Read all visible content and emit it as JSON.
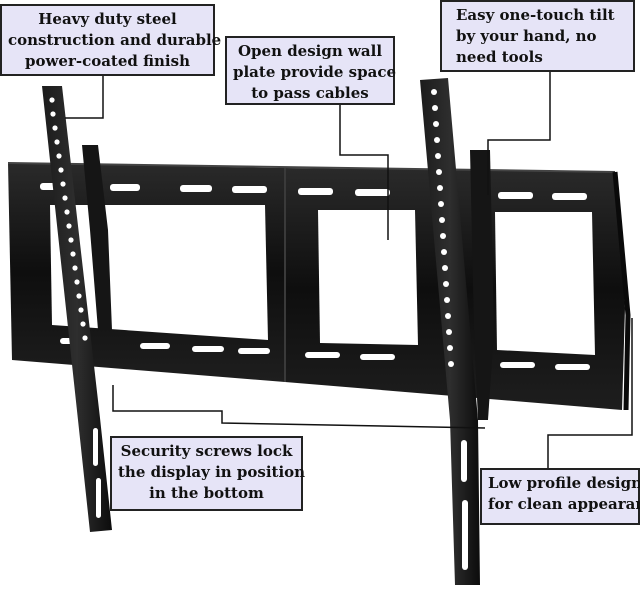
{
  "callouts": {
    "steel": {
      "lines": [
        "Heavy duty steel",
        "construction and durable",
        "power-coated finish"
      ]
    },
    "open_plate": {
      "lines": [
        "Open design wall",
        "plate provide space",
        "to pass cables"
      ]
    },
    "tilt": {
      "lines": [
        "Easy one-touch tilt",
        "by your hand, no",
        "need tools"
      ]
    },
    "screws": {
      "lines": [
        "Security screws lock",
        "the display in position",
        "in the bottom"
      ]
    },
    "low_profile": {
      "lines": [
        "Low profile design",
        "for clean appearance"
      ]
    }
  },
  "colors": {
    "callout_fill": "#e6e4f7",
    "callout_border": "#222222",
    "mount_metal": "#121212",
    "background": "#ffffff"
  }
}
